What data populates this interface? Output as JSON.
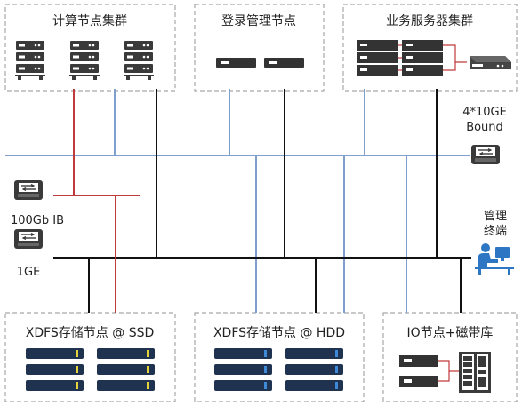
{
  "boxes": {
    "compute_cluster": "计算节点集群",
    "login_nodes": "登录管理节点",
    "business_servers": "业务服务器集群",
    "xdfs_ssd": "XDFS存储节点 @ SSD",
    "xdfs_hdd": "XDFS存储节点 @ HDD",
    "io_tape": "IO节点+磁带库"
  },
  "switches": {
    "ib_label": "100Gb IB",
    "ge_label": "1GE",
    "bound_line1": "4*10GE",
    "bound_line2": "Bound"
  },
  "terminal": {
    "line1": "管理",
    "line2": "终端"
  },
  "colors": {
    "blue_line": "#7f9fce",
    "red_line": "#c0393b",
    "black_line": "#111111",
    "box_border": "#a8a8a8",
    "server_dark": "#3a3a3a",
    "ssd_led": "#e7d23a",
    "hdd_led": "#3f8ad8",
    "server_red": "#c0393b",
    "terminal_blue": "#2d76c4"
  }
}
